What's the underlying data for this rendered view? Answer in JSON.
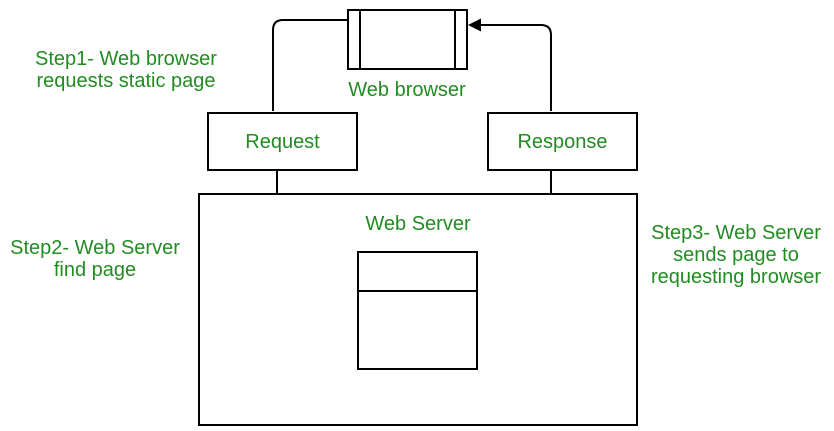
{
  "colors": {
    "text_green": "#228B22",
    "line_black": "#000000",
    "background": "#ffffff"
  },
  "nodes": {
    "web_browser": {
      "label": "Web browser"
    },
    "request": {
      "label": "Request"
    },
    "response": {
      "label": "Response"
    },
    "web_server": {
      "label": "Web Server"
    }
  },
  "annotations": {
    "step1": {
      "lines": [
        "Step1- Web browser",
        "requests static page"
      ]
    },
    "step2": {
      "lines": [
        "Step2- Web Server",
        "find page"
      ]
    },
    "step3": {
      "lines": [
        "Step3- Web Server",
        "sends page to",
        "requesting browser"
      ]
    }
  }
}
